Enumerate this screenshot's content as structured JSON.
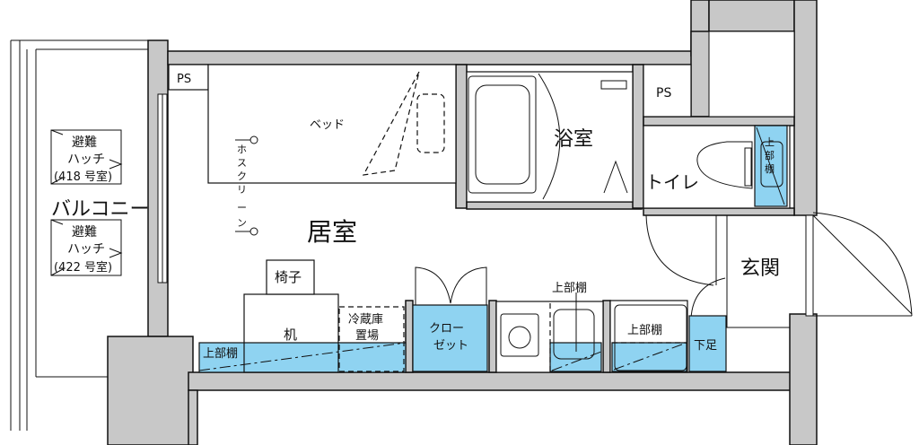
{
  "floor_plan": {
    "rooms": {
      "living": "居室",
      "bath": "浴室",
      "toilet": "トイレ",
      "entrance": "玄関",
      "balcony": "バルコニー",
      "ps_left": "PS",
      "ps_right": "PS"
    },
    "fixtures": {
      "bed": "ベッド",
      "hose_screen": [
        "ホ",
        "ス",
        "ク",
        "リ",
        "ー",
        "ン"
      ],
      "chair": "椅子",
      "desk": "机",
      "fridge_line1": "冷蔵庫",
      "fridge_line2": "置場",
      "closet_line1": "クロー",
      "closet_line2": "ゼット",
      "upper_shelf_left": "上部棚",
      "upper_shelf_kitchen": "上部棚",
      "upper_shelf_kitchen2": "上部棚",
      "upper_shelf_toilet": [
        "上",
        "部",
        "棚"
      ],
      "shoe_storage": "下足"
    },
    "hatches": [
      {
        "line1": "避難",
        "line2": "ハッチ",
        "line3": "(418 号室)"
      },
      {
        "line1": "避難",
        "line2": "ハッチ",
        "line3": "(422 号室)"
      }
    ],
    "colors": {
      "wall": "#c8c8c8",
      "storage": "#8fd3f1"
    }
  }
}
